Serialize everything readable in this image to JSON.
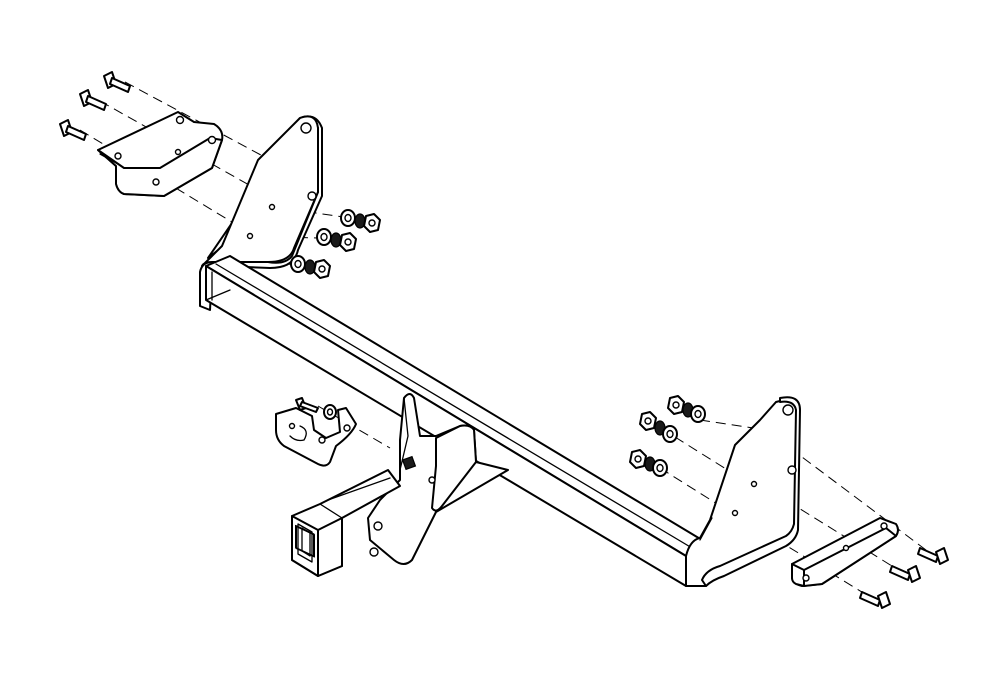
{
  "figure": {
    "description_text": "",
    "line_color": "#000000",
    "background_color": "#ffffff",
    "parts": [
      {
        "name": "crossbar-tube",
        "kind": "square-tube"
      },
      {
        "name": "left-side-plate",
        "kind": "plate"
      },
      {
        "name": "right-side-plate",
        "kind": "plate"
      },
      {
        "name": "receiver-tube",
        "kind": "square-receiver"
      },
      {
        "name": "receiver-gusset",
        "kind": "plate"
      },
      {
        "name": "safety-chain-bracket",
        "kind": "bracket"
      },
      {
        "name": "left-mount-bracket",
        "kind": "bracket"
      },
      {
        "name": "right-mount-bracket",
        "kind": "bracket"
      },
      {
        "name": "bolts",
        "kind": "fastener",
        "count": 7
      },
      {
        "name": "washers",
        "kind": "fastener",
        "count": 14
      },
      {
        "name": "nuts",
        "kind": "fastener",
        "count": 6
      }
    ]
  }
}
